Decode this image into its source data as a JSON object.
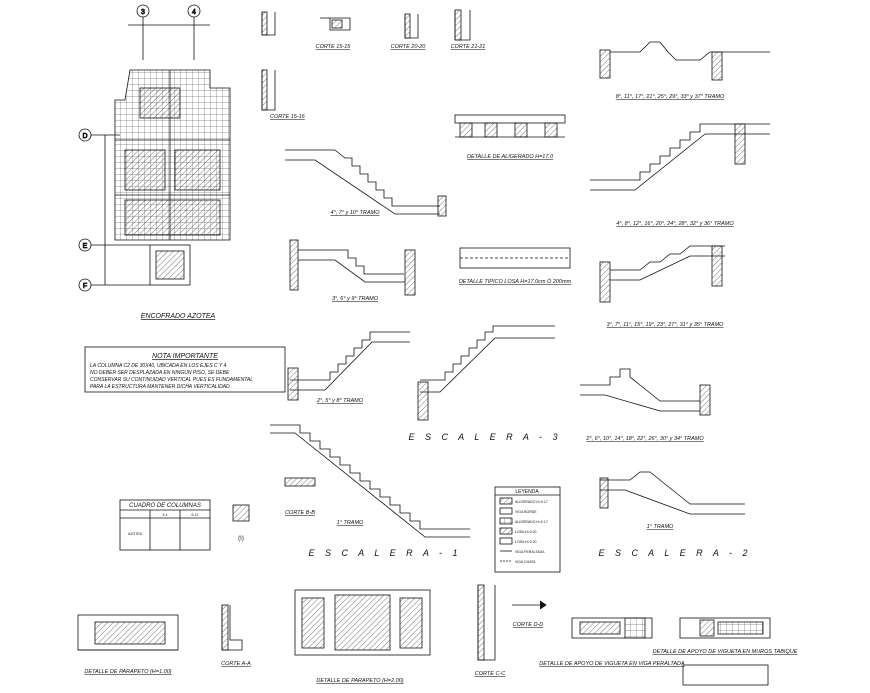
{
  "axis_tags": {
    "a3": "3",
    "a4": "4",
    "d": "D",
    "e": "E",
    "f": "F"
  },
  "plan": {
    "title": "ENCOFRADO AZOTEA"
  },
  "note": {
    "title": "NOTA IMPORTANTE",
    "lines": [
      "LA COLUMNA C2 DE 30X40, UBICADA EN LOS EJES C Y 4",
      "NO DEBER SER DESPLAZADA EN NINGUN PISO, SE DEBE",
      "CONSERVAR SU CONTINUIDAD VERTICAL PUES ES FUNDAMENTAL",
      "PARA LA ESTRUCTURA MANTENER DICHA VERTICALIDAD."
    ]
  },
  "top_cuts": [
    "CORTE 15-15",
    "CORTE 20-20",
    "CORTE 21-21",
    "CORTE 15-16"
  ],
  "stair_labels": {
    "l1": "4°, 7° y 10° TRAMO",
    "l2": "3°, 6° y 9° TRAMO",
    "l3": "2°, 5° y 8° TRAMO",
    "l4": "1° TRAMO",
    "r1": "8°, 11°, 17°, 21°, 25°, 29°, 33° y 37° TRAMO",
    "r2": "4°, 8°, 12°, 16°, 20°, 24°, 28°, 32° y 36° TRAMO",
    "r3": "3°, 7°, 11°, 15°, 19°, 23°, 27°, 31° y 35° TRAMO",
    "r4": "2°, 6°, 10°, 14°, 18°, 22°, 26°, 30° y 34° TRAMO",
    "r5": "1° TRAMO"
  },
  "details": {
    "aligerado": "DETALLE DE ALIGERADO H=17.0",
    "losa": "DETALLE TIPICO LOSA H=17.0cm Ó 200mm",
    "corte_bb": "CORTE B-B",
    "corte_aa": "CORTE A-A",
    "corte_cc": "CORTE C-C",
    "corte_dd": "CORTE D-D",
    "parapeto1": "DETALLE DE PARAPETO (H=1.00)",
    "parapeto2": "DETALLE DE PARAPETO (H=2.00)",
    "apoyo1": "DETALLE DE APOYO DE VIGUETA EN VIGA PERALTADA",
    "apoyo2": "DETALLE DE APOYO DE VIGUETA EN MUROS TABIQUE"
  },
  "stairs": {
    "e1": "E S C A L E R A - 1",
    "e2": "E S C A L E R A - 2",
    "e3": "E S C A L E R A - 3"
  },
  "columns_table": {
    "title": "CUADRO DE COLUMNAS",
    "headers": [
      "",
      "9-1",
      "6-12"
    ],
    "row_label": "AZOTEA",
    "tag": "(I)"
  },
  "legend": {
    "title": "LEYENDA",
    "items": [
      "ALIGERADO H=0.17",
      "VIGA BORDE",
      "ALIGERADO H=0.17",
      "LOSA H=0.20",
      "LOSA H=0.20",
      "VIGA PERALTADA",
      "VIGA CHATA"
    ]
  },
  "colors": {
    "ink": "#111111",
    "hatch": "#555555",
    "paper": "#ffffff"
  }
}
